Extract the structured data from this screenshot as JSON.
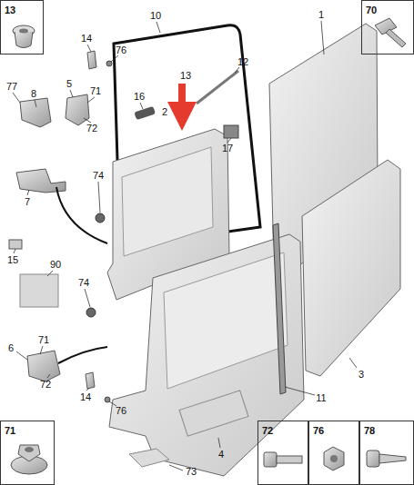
{
  "diagram": {
    "nodes": [
      {
        "text": [
          "13"
        ]
      },
      {
        "text": [
          "70"
        ]
      },
      {
        "text": [
          "71"
        ]
      },
      {
        "text": [
          "72"
        ]
      },
      {
        "text": [
          "76"
        ]
      },
      {
        "text": [
          "78"
        ]
      }
    ],
    "labels": [
      "10",
      "14",
      "76",
      "1",
      "12",
      "77",
      "8",
      "5",
      "71",
      "13",
      "16",
      "2",
      "72",
      "17",
      "74",
      "7",
      "15",
      "90",
      "74",
      "11",
      "71",
      "6",
      "72",
      "3",
      "14",
      "76",
      "4",
      "73"
    ]
  }
}
